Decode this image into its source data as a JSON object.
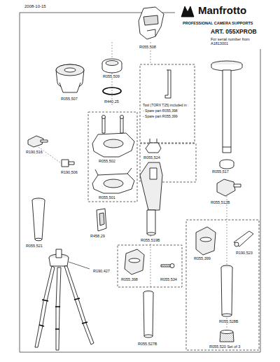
{
  "diagram": {
    "labels": [
      "2008-10-15",
      "Manfrotto",
      "PROFESSIONAL CAMERA SUPPORTS",
      "ART. 055XPROB",
      "For serial number from A1813001",
      "R055,508",
      "R055,509",
      "R055,507",
      "R440,25",
      "Tool (TORX T25) included in :",
      "- Spare part R055,398",
      "- Spare part R055,399",
      "R055,502",
      "R055,524",
      "R190,516",
      "R190,506",
      "R055,501",
      "R055,517",
      "R055,512B",
      "R458,29",
      "R055,519B",
      "R055,521",
      "R055,399",
      "R190,523",
      "R190,427",
      "R055,398",
      "R055,534",
      "R055,528B",
      "R055,527B",
      "R055,520 Set of 3"
    ]
  }
}
